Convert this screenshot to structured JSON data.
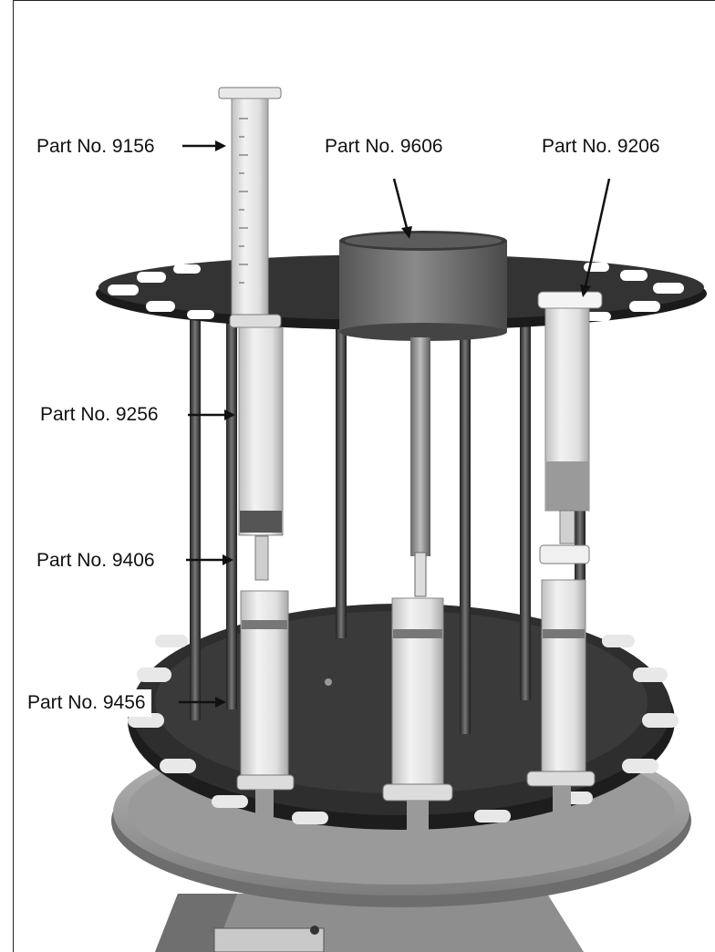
{
  "photo": {
    "labels": {
      "p9156": "Part No. 9156",
      "p9606": "Part No. 9606",
      "p9206": "Part No. 9206",
      "p9256": "Part No. 9256",
      "p9406": "Part No. 9406",
      "p9456": "Part No. 9456"
    }
  }
}
